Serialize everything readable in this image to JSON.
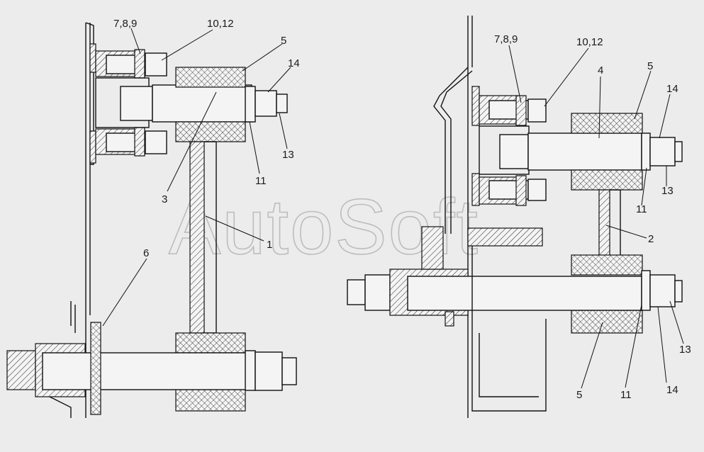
{
  "watermark": "AutoSoft",
  "labels_left": {
    "l_789": "7,8,9",
    "l_1012": "10,12",
    "l_5": "5",
    "l_14": "14",
    "l_13": "13",
    "l_11": "11",
    "l_3": "3",
    "l_1": "1",
    "l_6": "6"
  },
  "labels_right": {
    "r_789": "7,8,9",
    "r_1012": "10,12",
    "r_4": "4",
    "r_5a": "5",
    "r_14a": "14",
    "r_13a": "13",
    "r_11a": "11",
    "r_2": "2",
    "r_13b": "13",
    "r_11b": "11",
    "r_14b": "14",
    "r_5b": "5"
  }
}
